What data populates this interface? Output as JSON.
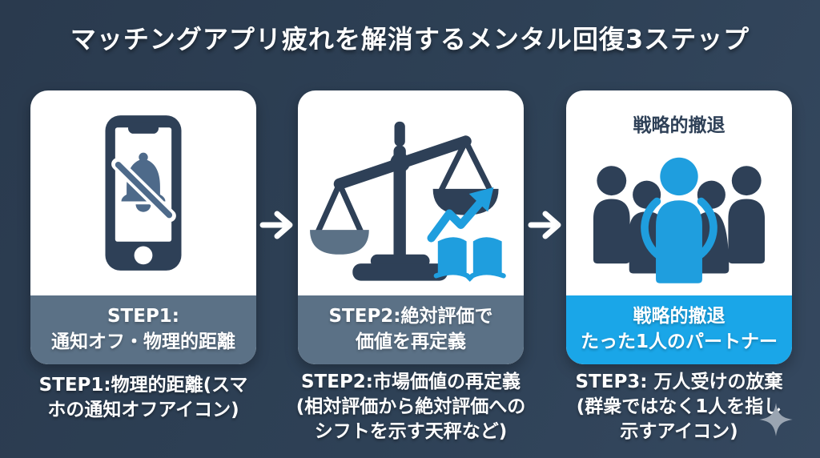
{
  "title": "マッチングアプリ疲れを解消するメンタル回復3ステップ",
  "colors": {
    "background": "#2d3e54",
    "card_background": "#ffffff",
    "banner_slate": "#5b7186",
    "banner_cyan": "#1aa6e8",
    "icon_navy": "#2e4057",
    "icon_slate": "#4e6a8a",
    "icon_cyan": "#1f9ede",
    "sparkle_gray": "#9aa5b2",
    "text_white": "#ffffff"
  },
  "steps": [
    {
      "icon": "phone-notification-off-icon",
      "banner_lines": [
        "STEP1:",
        "通知オフ・物理的距離"
      ],
      "caption_lines": [
        "STEP1:物理的距離(スマ",
        "ホの通知オフアイコン)"
      ]
    },
    {
      "icon": "balance-scale-growth-icon",
      "banner_lines": [
        "STEP2:絶対評価で",
        "価値を再定義"
      ],
      "caption_lines": [
        "STEP2:市場価値の再定義",
        "(相対評価から絶対評価への",
        "シフトを示す天秤など)"
      ]
    },
    {
      "icon": "crowd-spotlight-person-icon",
      "card_heading": "戦略的撤退",
      "banner_lines": [
        "戦略的撤退",
        "たった1人のパートナー"
      ],
      "caption_lines": [
        "STEP3: 万人受けの放棄",
        "(群衆ではなく1人を指し",
        "示すアイコン)"
      ]
    }
  ]
}
